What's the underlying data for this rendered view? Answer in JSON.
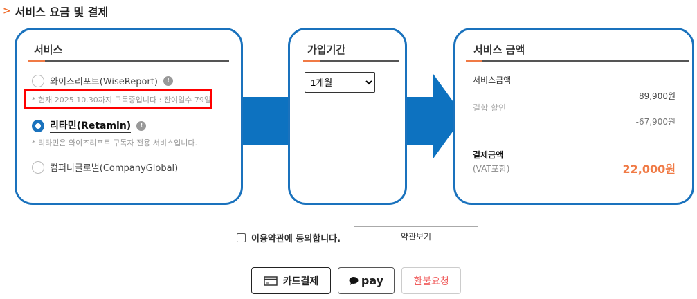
{
  "section_title": "서비스 요금 및 결제",
  "service_panel": {
    "heading": "서비스",
    "options": [
      {
        "label": "와이즈리포트(WiseReport)",
        "selected": false,
        "note": "* 현재 2025.10.30까지 구독중입니다 : 잔여일수 79일"
      },
      {
        "label": "리타민(Retamin)",
        "selected": true,
        "note": "* 리타민은 와이즈리포트 구독자 전용 서비스입니다."
      },
      {
        "label": "컴퍼니글로벌(CompanyGlobal)",
        "selected": false
      }
    ]
  },
  "period_panel": {
    "heading": "가입기간",
    "selected": "1개월"
  },
  "price_panel": {
    "heading": "서비스 금액",
    "service_label": "서비스금액",
    "service_amount": "89,900원",
    "discount_label": "결합 할인",
    "discount_amount": "-67,900원",
    "total_label": "결제금액",
    "vat_label": "(VAT포함)",
    "total_amount": "22,000원"
  },
  "agree": {
    "label": "이용약관에 동의합니다.",
    "terms_button": "약관보기"
  },
  "buttons": {
    "card": "카드결제",
    "pay": "pay",
    "refund": "환불요청"
  },
  "colors": {
    "accent": "#f07a45",
    "blue": "#1a72bd"
  }
}
